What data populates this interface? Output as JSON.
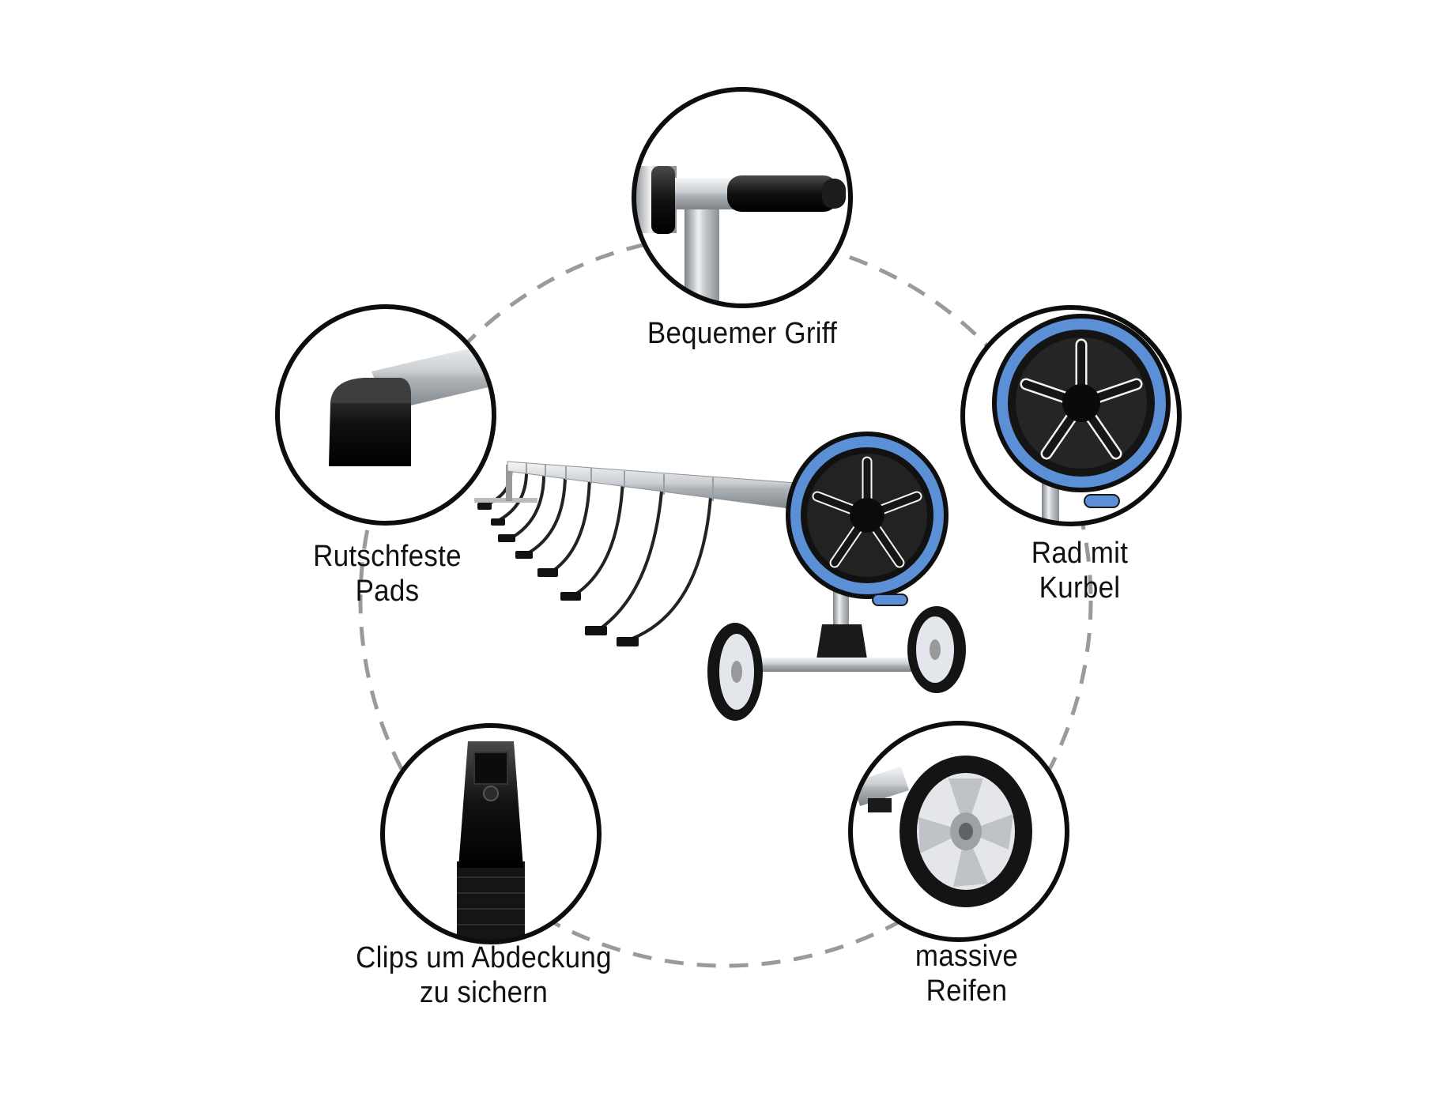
{
  "colors": {
    "background": "#ffffff",
    "dashed_ring": "#9a9a9a",
    "circle_border": "#0d0d0d",
    "steel": "#c8ccd0",
    "black_plastic": "#161616",
    "blue_rim": "#5b8fd6",
    "tyre_hub": "#e4e6ea"
  },
  "features": [
    {
      "id": "handle",
      "icon": "handle-closeup-icon",
      "lines": [
        "Bequemer Griff"
      ]
    },
    {
      "id": "pads",
      "icon": "end-cap-closeup-icon",
      "lines": [
        "Rutschfeste",
        "Pads"
      ]
    },
    {
      "id": "wheel",
      "icon": "crank-wheel-closeup-icon",
      "lines": [
        "Rad mit",
        "Kurbel"
      ]
    },
    {
      "id": "clips",
      "icon": "strap-clip-closeup-icon",
      "lines": [
        "Clips um Abdeckung",
        "zu sichern"
      ]
    },
    {
      "id": "tyres",
      "icon": "solid-tyre-closeup-icon",
      "lines": [
        "massive",
        "Reifen"
      ]
    }
  ],
  "product": {
    "icon": "pool-cover-reel-icon"
  }
}
